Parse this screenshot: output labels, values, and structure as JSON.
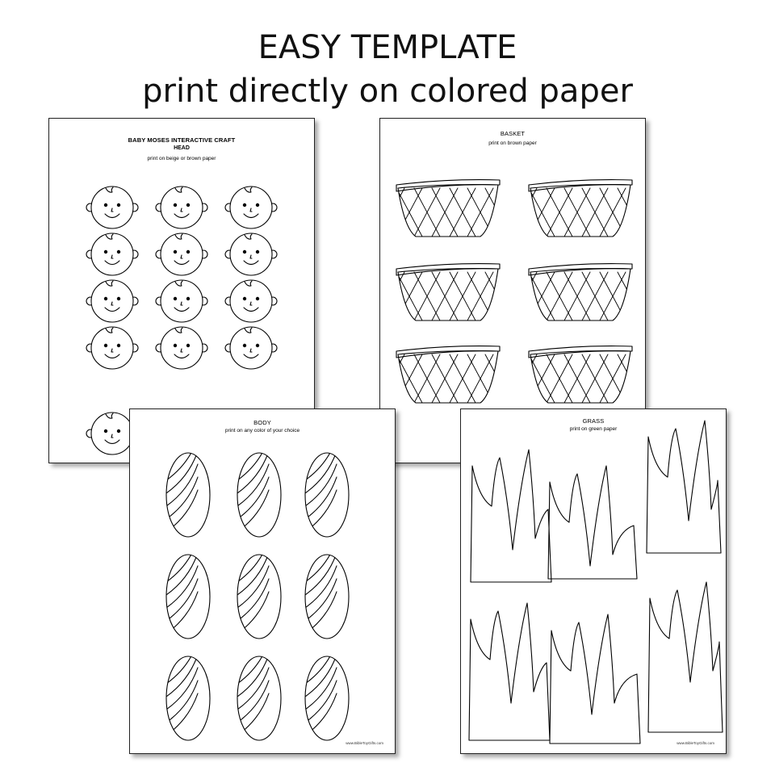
{
  "header": {
    "line1": "EASY TEMPLATE",
    "line2": "print directly on colored paper"
  },
  "sheets": {
    "head": {
      "title": "BABY MOSES INTERACTIVE CRAFT",
      "subtitle": "HEAD",
      "instruction": "print on beige or brown paper"
    },
    "basket": {
      "title": "BASKET",
      "instruction": "print on brown paper"
    },
    "body": {
      "title": "BODY",
      "instruction": "print on any color of your choice",
      "footer": "www.BibleToyGifts.com"
    },
    "grass": {
      "title": "GRASS",
      "instruction": "print on green paper",
      "footer": "www.BibleToyGifts.com"
    }
  }
}
